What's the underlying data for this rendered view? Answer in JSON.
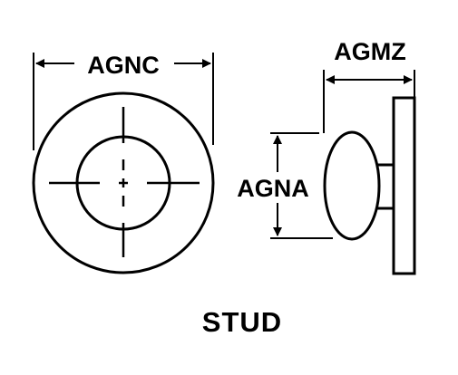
{
  "colors": {
    "ink": "#000000",
    "background": "#ffffff"
  },
  "labels": {
    "front_diameter": "AGNC",
    "head_diameter": "AGNA",
    "overall_length": "AGMZ",
    "title": "STUD"
  }
}
